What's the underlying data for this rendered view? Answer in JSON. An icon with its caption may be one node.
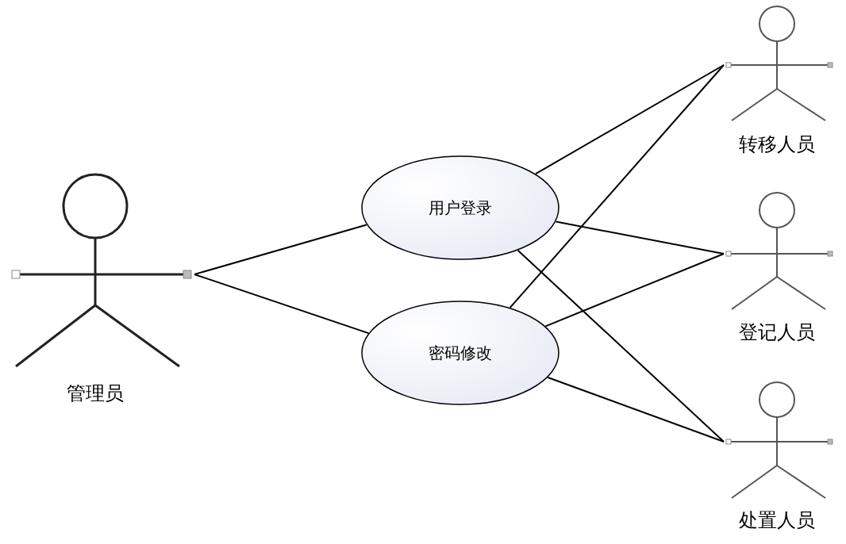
{
  "diagram": {
    "nodes": [
      {
        "text": [
          "管理员"
        ]
      },
      {
        "text": [
          "用户登录"
        ]
      },
      {
        "text": [
          "密码修改"
        ]
      },
      {
        "text": [
          "转移人员"
        ]
      },
      {
        "text": [
          "登记人员"
        ]
      },
      {
        "text": [
          "处置人员"
        ]
      }
    ],
    "edges": [
      {
        "from": 0,
        "to": 1,
        "arrow": "none"
      },
      {
        "from": 0,
        "to": 2,
        "arrow": "none"
      },
      {
        "from": 1,
        "to": 3,
        "arrow": "none"
      },
      {
        "from": 1,
        "to": 4,
        "arrow": "none"
      },
      {
        "from": 1,
        "to": 5,
        "arrow": "none"
      },
      {
        "from": 2,
        "to": 3,
        "arrow": "none"
      },
      {
        "from": 2,
        "to": 4,
        "arrow": "none"
      },
      {
        "from": 2,
        "to": 5,
        "arrow": "none"
      }
    ]
  }
}
